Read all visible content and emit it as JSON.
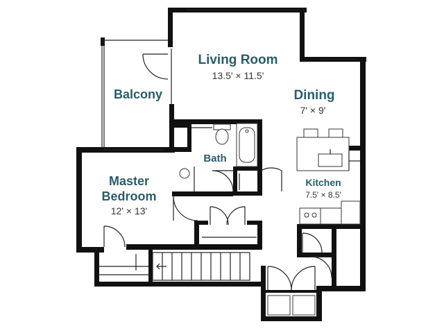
{
  "colors": {
    "wall": "#111111",
    "label": "#2a5c6b",
    "dimension": "#333333",
    "background": "#ffffff"
  },
  "rooms": {
    "living_room": {
      "name": "Living Room",
      "dims": "13.5' × 11.5'"
    },
    "balcony": {
      "name": "Balcony"
    },
    "dining": {
      "name": "Dining",
      "dims": "7' × 9'"
    },
    "bath": {
      "name": "Bath"
    },
    "master_bedroom": {
      "name_line1": "Master",
      "name_line2": "Bedroom",
      "dims": "12' × 13'"
    },
    "kitchen": {
      "name": "Kitchen",
      "dims": "7.5' × 8.5'"
    }
  }
}
